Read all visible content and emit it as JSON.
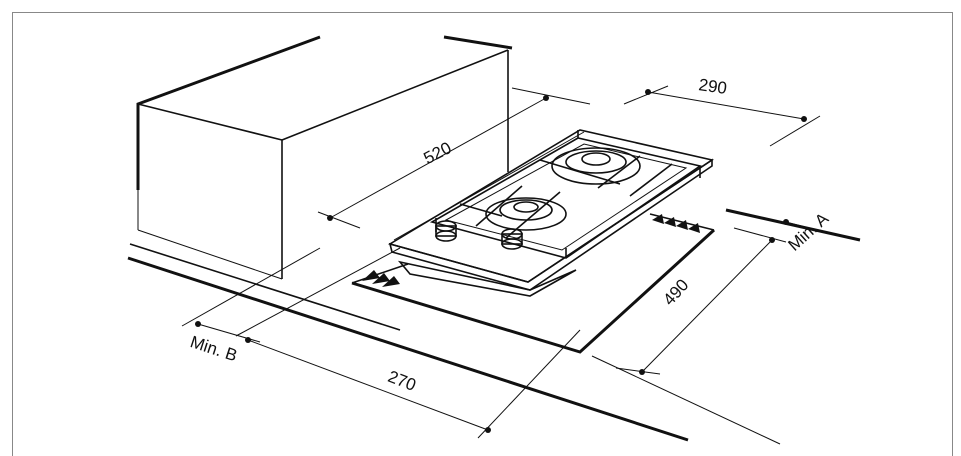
{
  "dimensions": {
    "d520": "520",
    "d290": "290",
    "d490": "490",
    "d270": "270"
  },
  "labels": {
    "min_a": "Min. A",
    "min_b": "Min. B"
  },
  "colors": {
    "line": "#111111",
    "background": "#ffffff",
    "border": "#888888"
  }
}
